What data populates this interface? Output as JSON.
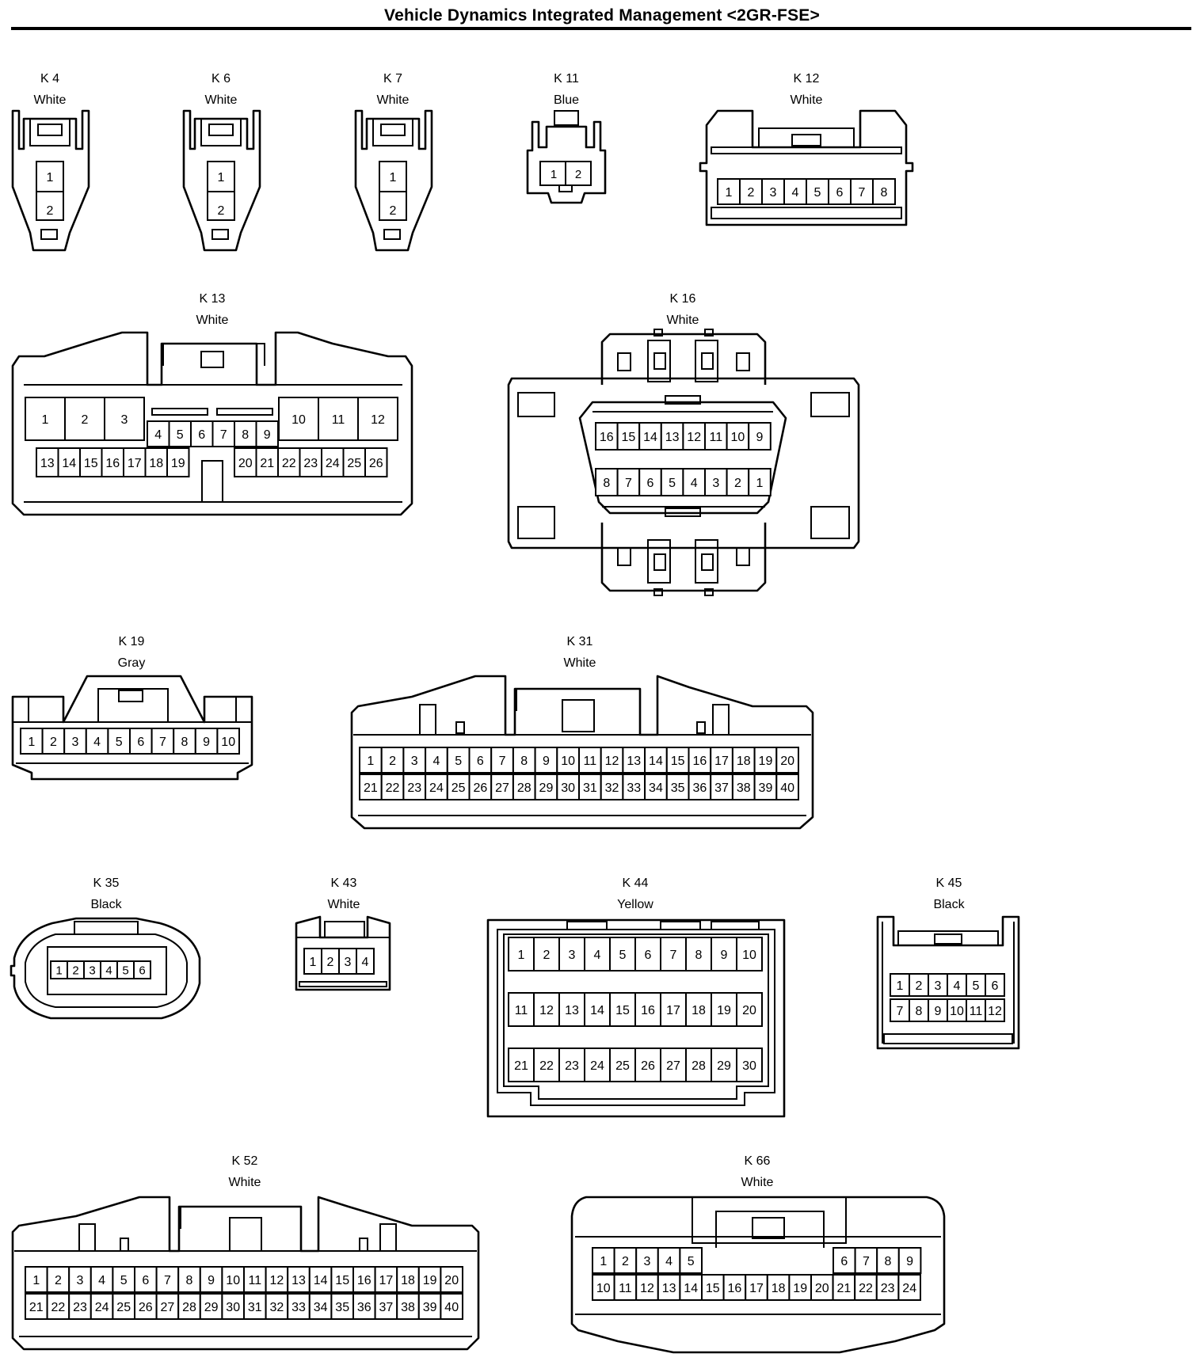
{
  "title": "Vehicle Dynamics Integrated Management <2GR-FSE>",
  "connectors": [
    {
      "id": "K 4",
      "color": "White"
    },
    {
      "id": "K 6",
      "color": "White"
    },
    {
      "id": "K 7",
      "color": "White"
    },
    {
      "id": "K 11",
      "color": "Blue"
    },
    {
      "id": "K 12",
      "color": "White"
    },
    {
      "id": "K 13",
      "color": "White"
    },
    {
      "id": "K 16",
      "color": "White"
    },
    {
      "id": "K 19",
      "color": "Gray"
    },
    {
      "id": "K 31",
      "color": "White"
    },
    {
      "id": "K 35",
      "color": "Black"
    },
    {
      "id": "K 43",
      "color": "White"
    },
    {
      "id": "K 44",
      "color": "Yellow"
    },
    {
      "id": "K 45",
      "color": "Black"
    },
    {
      "id": "K 52",
      "color": "White"
    },
    {
      "id": "K 66",
      "color": "White"
    }
  ]
}
